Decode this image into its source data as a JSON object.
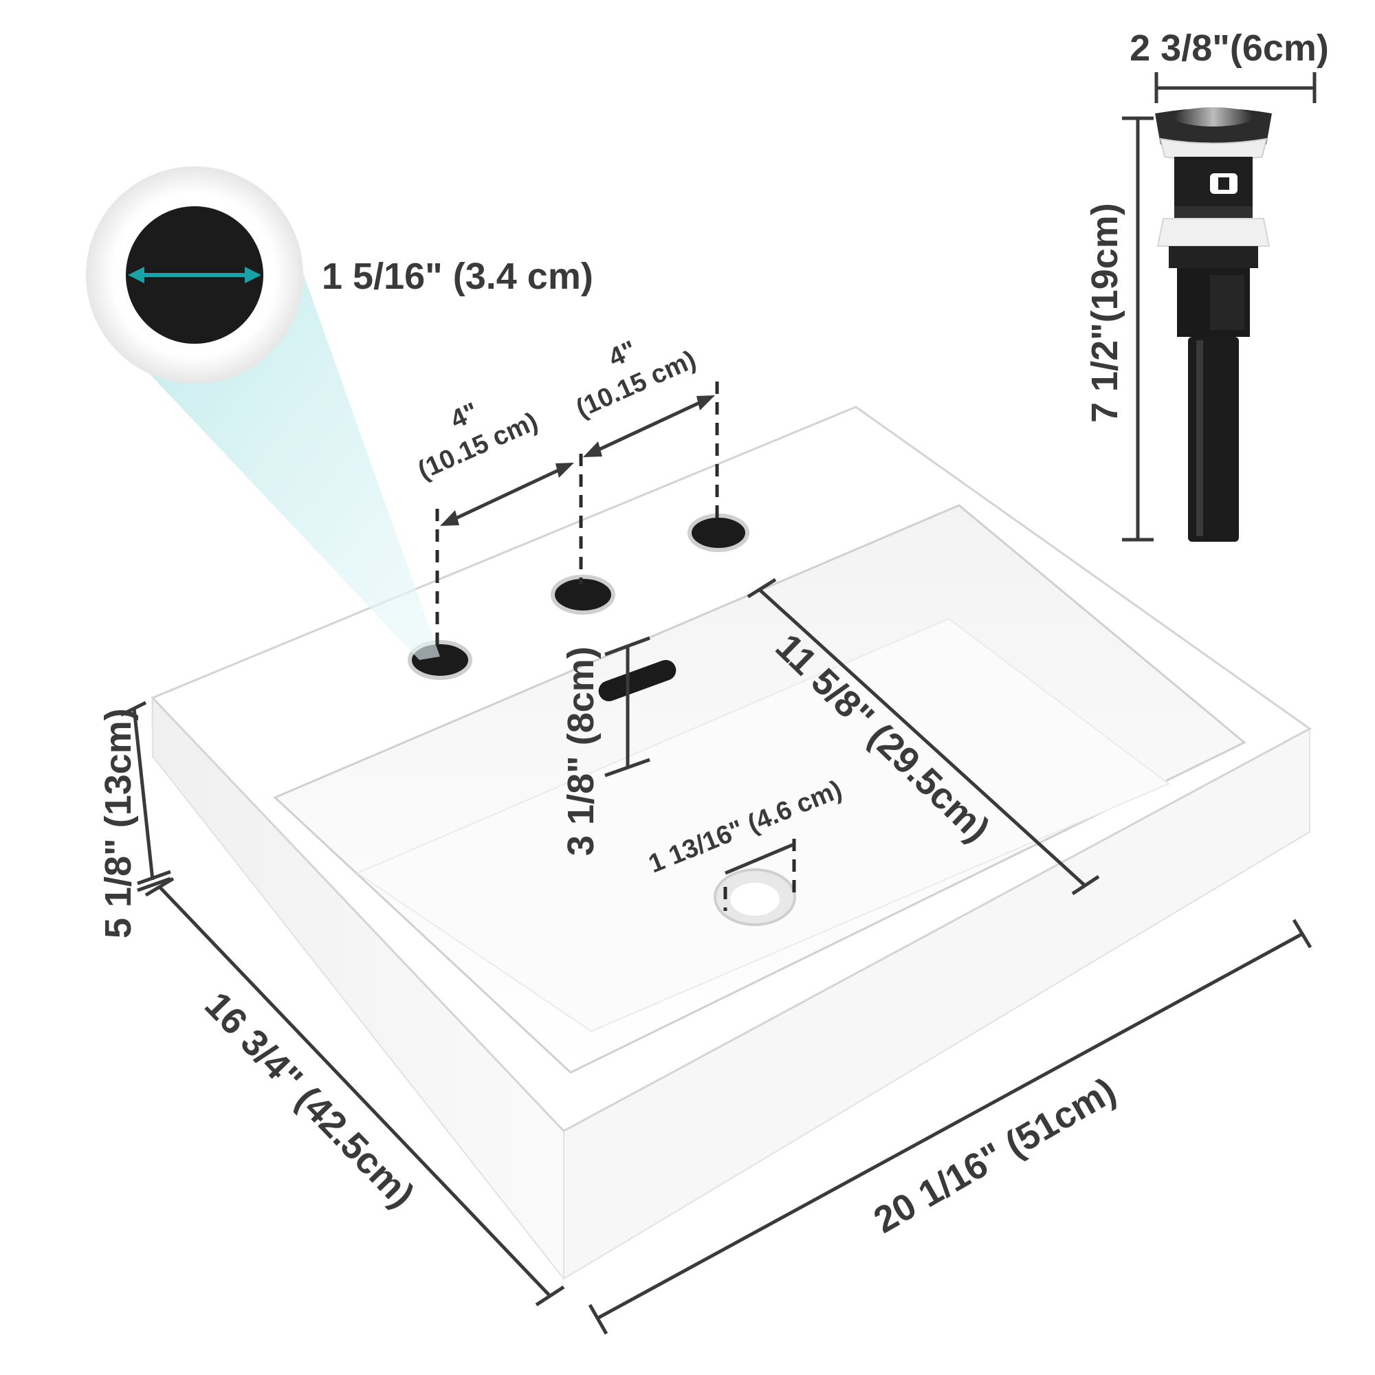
{
  "dimensions": {
    "drain_hole_diameter": "1 5/16\" (3.4 cm)",
    "faucet_spacing_left": [
      "4\"",
      "(10.15 cm)"
    ],
    "faucet_spacing_right": [
      "4\"",
      "(10.15 cm)"
    ],
    "basin_front_to_back": "11 5/8\" (29.5cm)",
    "overflow_height": "3 1/8\" (8cm)",
    "drain_opening": "1 13/16\" (4.6 cm)",
    "sink_height": "5 1/8\" (13cm)",
    "sink_depth": "16 3/4\" (42.5cm)",
    "sink_width": "20 1/16\" (51cm)",
    "pop_up_drain_width": "2 3/8\"(6cm)",
    "pop_up_drain_length": "7 1/2\"(19cm)"
  },
  "colors": {
    "dimension_text": "#3a3a3a",
    "accent_arrow": "#17a3a8",
    "ceramic": "#ffffff",
    "drain_black": "#1b1b1b"
  }
}
